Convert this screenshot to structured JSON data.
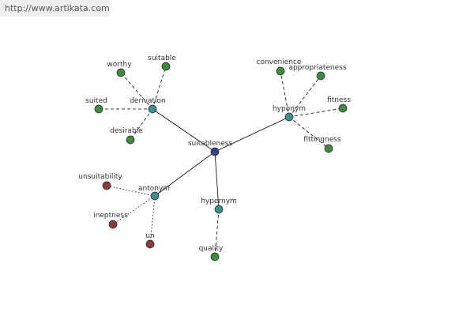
{
  "header": {
    "url": "http://www.artikata.com"
  },
  "colors": {
    "center": "#3b3f8c",
    "relation": "#3e8e8e",
    "related": "#3f8a3f",
    "antonym_word": "#8a3a3a",
    "edge": "#000000"
  },
  "graph": {
    "center": {
      "label": "suitableness"
    },
    "relations": [
      {
        "id": "derivation",
        "label": "derivation",
        "words": [
          "worthy",
          "suitable",
          "suited",
          "desirable"
        ]
      },
      {
        "id": "hyponym",
        "label": "hyponym",
        "words": [
          "convenience",
          "appropriateness",
          "fitness",
          "fittingness"
        ]
      },
      {
        "id": "antonym",
        "label": "antonym",
        "words": [
          "unsuitability",
          "ineptness",
          "un"
        ]
      },
      {
        "id": "hypernym",
        "label": "hypernym",
        "words": [
          "quality"
        ]
      }
    ]
  }
}
